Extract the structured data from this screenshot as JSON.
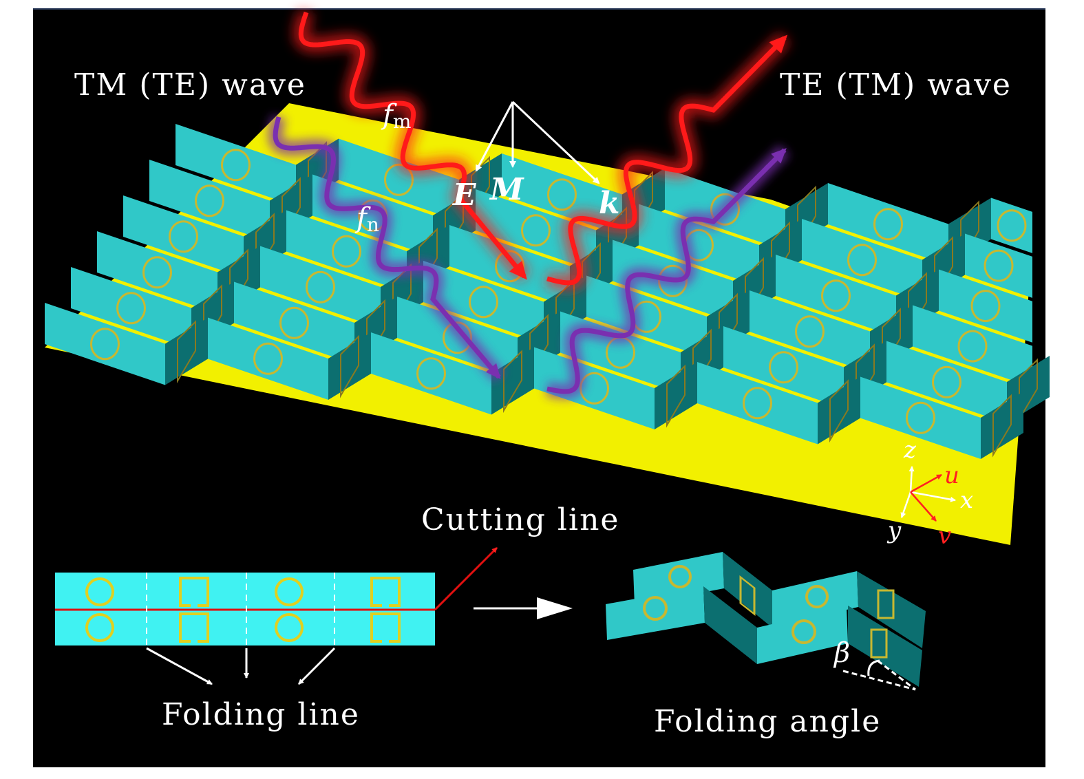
{
  "labels": {
    "incident_wave": "TM (TE) wave",
    "reflected_wave": "TE (TM) wave",
    "freq_m": "f",
    "freq_m_sub": "m",
    "freq_n": "f",
    "freq_n_sub": "n",
    "e_field": "E",
    "m_field": "M",
    "k_vector": "k",
    "cutting_line": "Cutting line",
    "folding_line": "Folding line",
    "folding_angle": "Folding angle",
    "beta": "β"
  },
  "axes": {
    "z": "z",
    "u": "u",
    "x": "x",
    "y": "y",
    "v": "v"
  },
  "colors": {
    "background": "#000000",
    "base": "#f2f000",
    "panel_front": "#30c8c8",
    "panel_side": "#0c6f70",
    "flat_strip": "#40f2f2",
    "red_wave": "#ff1a1a",
    "purple_wave": "#7a2fb0",
    "ring": "#c8b830"
  }
}
